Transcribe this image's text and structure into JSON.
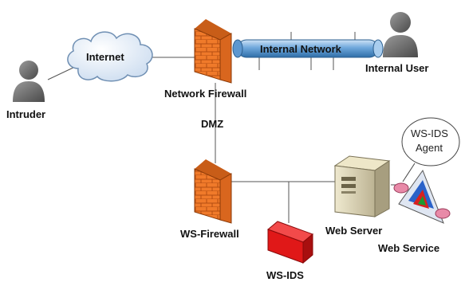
{
  "diagram": {
    "labels": {
      "internet": "Internet",
      "internal_network": "Internal Network",
      "intruder": "Intruder",
      "network_firewall": "Network Firewall",
      "internal_user": "Internal User",
      "dmz": "DMZ",
      "ws_ids_agent_line1": "WS-IDS",
      "ws_ids_agent_line2": "Agent",
      "ws_firewall": "WS-Firewall",
      "web_server": "Web Server",
      "web_service": "Web Service",
      "ws_ids": "WS-IDS"
    },
    "icons": {
      "person": "person-silhouette-icon",
      "cloud": "cloud-icon",
      "firewall": "brick-wall-icon",
      "network_bus": "cylinder-bus-icon",
      "server": "server-tower-icon",
      "ids_device": "red-box-icon",
      "web_service": "web-service-prism-icon"
    },
    "colors": {
      "person": "#6e6e6e",
      "cloud": "#d9e6f3",
      "brick": "#f07a2a",
      "bus": "#7fb3e3",
      "ids": "#e01818",
      "server": "#d9d2b4"
    }
  }
}
